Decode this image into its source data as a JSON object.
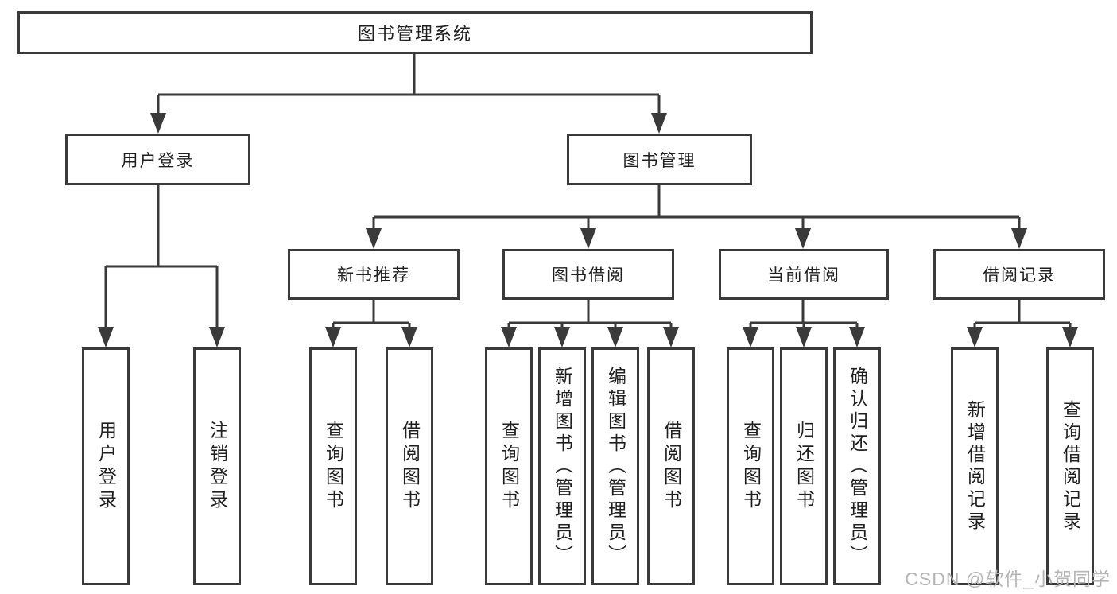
{
  "tree": {
    "label": "图书管理系统",
    "children": [
      {
        "label": "用户登录",
        "children": [
          {
            "label": "用户登录"
          },
          {
            "label": "注销登录"
          }
        ]
      },
      {
        "label": "图书管理",
        "children": [
          {
            "label": "新书推荐",
            "children": [
              {
                "label": "查询图书"
              },
              {
                "label": "借阅图书"
              }
            ]
          },
          {
            "label": "图书借阅",
            "children": [
              {
                "label": "查询图书"
              },
              {
                "label": "新增图书（管理员）"
              },
              {
                "label": "编辑图书（管理员）"
              },
              {
                "label": "借阅图书"
              }
            ]
          },
          {
            "label": "当前借阅",
            "children": [
              {
                "label": "查询图书"
              },
              {
                "label": "归还图书"
              },
              {
                "label": "确认归还（管理员）"
              }
            ]
          },
          {
            "label": "借阅记录",
            "children": [
              {
                "label": "新增借阅记录"
              },
              {
                "label": "查询借阅记录"
              }
            ]
          }
        ]
      }
    ]
  },
  "watermark": {
    "text": "CSDN @软件_小贺同学"
  },
  "colors": {
    "line": "#3a3a3a",
    "text": "#1f1f1f",
    "watermark": "#b5b5b5",
    "background": "#ffffff"
  }
}
